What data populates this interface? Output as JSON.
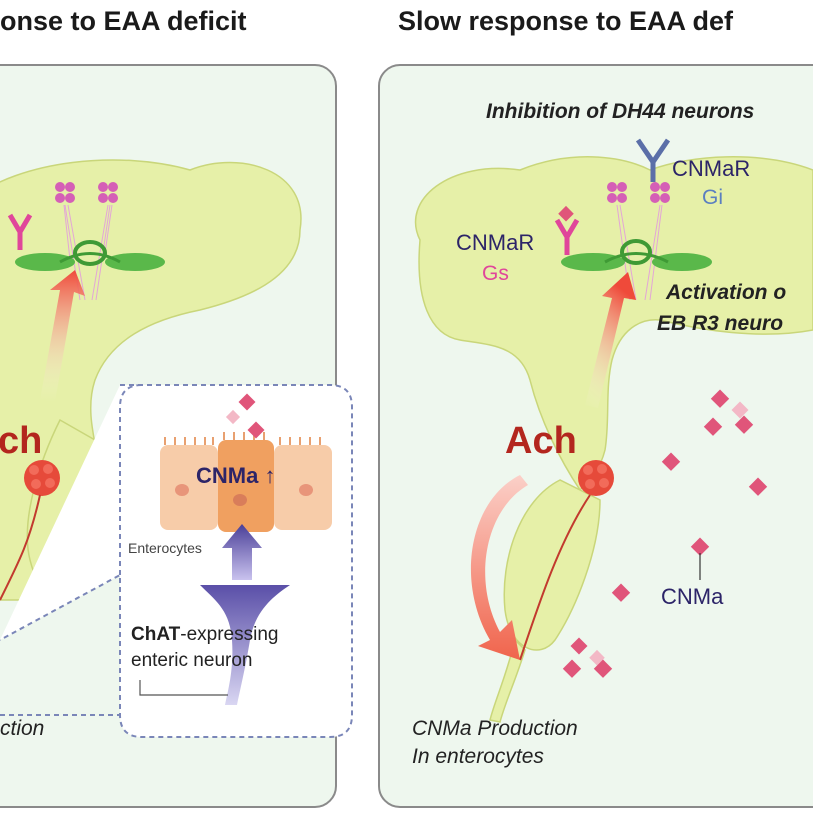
{
  "left_panel": {
    "title": "onse to EAA deficit",
    "ach": "ch",
    "bottom_caption": "ction",
    "inset": {
      "cnma_label": "CNMa",
      "enterocytes_label": "Enterocytes",
      "neuron_label_bold": "ChAT",
      "neuron_label_rest": "-expressing",
      "neuron_label_line2": "enteric neuron"
    }
  },
  "right_panel": {
    "title": "Slow response to EAA def",
    "inhibition_label": "Inhibition of DH44 neurons",
    "cnmar_gi_receptor": "CNMaR",
    "gi_label": "Gi",
    "cnmar_gs_receptor": "CNMaR",
    "gs_label": "Gs",
    "activation_label_1": "Activation o",
    "activation_label_2": "EB R3 neuro",
    "ach": "Ach",
    "cnma_label": "CNMa",
    "caption_line1": "CNMa Production",
    "caption_line2": "In enterocytes"
  },
  "colors": {
    "brain": "#e6f0a8",
    "panel_bg": "#eef7ee",
    "ach_red": "#b3261e",
    "peptide": "#e0557a",
    "receptor_magenta": "#e0469a",
    "receptor_blue": "#5b6fa8",
    "neuron_purple": "#6a5fb0",
    "enterocyte": "#f2b88a"
  }
}
